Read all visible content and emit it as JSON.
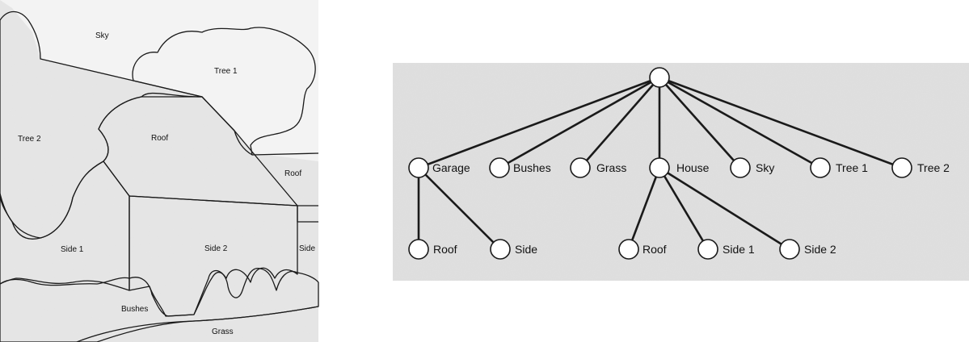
{
  "scene": {
    "regions": [
      {
        "id": "sky",
        "label": "Sky"
      },
      {
        "id": "tree1",
        "label": "Tree 1"
      },
      {
        "id": "tree2",
        "label": "Tree 2"
      },
      {
        "id": "roof-main",
        "label": "Roof"
      },
      {
        "id": "roof-right",
        "label": "Roof"
      },
      {
        "id": "side1",
        "label": "Side 1"
      },
      {
        "id": "side2",
        "label": "Side 2"
      },
      {
        "id": "side-right",
        "label": "Side"
      },
      {
        "id": "bushes",
        "label": "Bushes"
      },
      {
        "id": "grass",
        "label": "Grass"
      }
    ]
  },
  "tree": {
    "root": {
      "id": "root",
      "label": ""
    },
    "level1": [
      {
        "id": "garage",
        "label": "Garage"
      },
      {
        "id": "bushes",
        "label": "Bushes"
      },
      {
        "id": "grass",
        "label": "Grass"
      },
      {
        "id": "house",
        "label": "House"
      },
      {
        "id": "sky",
        "label": "Sky"
      },
      {
        "id": "tree1",
        "label": "Tree 1"
      },
      {
        "id": "tree2",
        "label": "Tree 2"
      }
    ],
    "level2": [
      {
        "id": "garage-roof",
        "parent": "garage",
        "label": "Roof"
      },
      {
        "id": "garage-side",
        "parent": "garage",
        "label": "Side"
      },
      {
        "id": "house-roof",
        "parent": "house",
        "label": "Roof"
      },
      {
        "id": "house-side1",
        "parent": "house",
        "label": "Side 1"
      },
      {
        "id": "house-side2",
        "parent": "house",
        "label": "Side 2"
      }
    ]
  }
}
